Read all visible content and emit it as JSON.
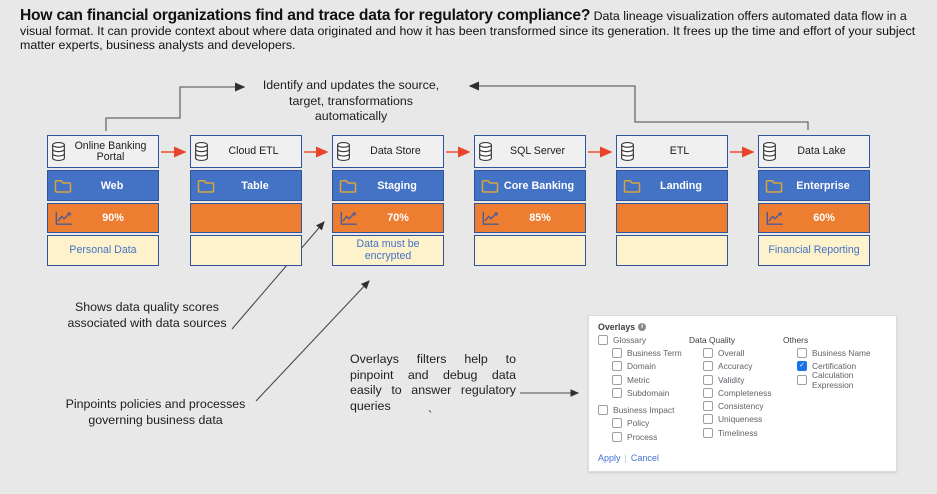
{
  "header": {
    "title": "How can financial organizations find and trace data for regulatory compliance?",
    "subtitle": " Data lineage visualization offers automated data flow in a visual format. It can provide context about where data originated and how it has been transformed since its generation. It frees up the time and effort of your subject matter experts, business analysts and developers."
  },
  "annotations": {
    "auto_update": "Identify and updates the source, target, transformations automatically",
    "quality_scores": "Shows data quality scores associated with data sources",
    "policies": "Pinpoints policies and processes governing business data",
    "overlays_help": "Overlays filters help to pinpoint and debug data easily to answer regulatory queries",
    "stray_mark": "`"
  },
  "pipeline": {
    "nodes": [
      {
        "title": "Online Banking Portal",
        "layer": "Web",
        "score": "90%",
        "note": "Personal Data"
      },
      {
        "title": "Cloud ETL",
        "layer": "Table",
        "score": "",
        "note": ""
      },
      {
        "title": "Data Store",
        "layer": "Staging",
        "score": "70%",
        "note": "Data must be encrypted"
      },
      {
        "title": "SQL Server",
        "layer": "Core Banking",
        "score": "85%",
        "note": ""
      },
      {
        "title": "ETL",
        "layer": "Landing",
        "score": "",
        "note": ""
      },
      {
        "title": "Data Lake",
        "layer": "Enterprise",
        "score": "60%",
        "note": "Financial Reporting"
      }
    ]
  },
  "overlays_panel": {
    "title": "Overlays",
    "glossary": {
      "label": "Glossary",
      "checked": false,
      "items": [
        {
          "label": "Business Term",
          "checked": false
        },
        {
          "label": "Domain",
          "checked": false
        },
        {
          "label": "Metric",
          "checked": false
        },
        {
          "label": "Subdomain",
          "checked": false
        }
      ]
    },
    "business_impact": {
      "label": "Business Impact",
      "checked": false,
      "items": [
        {
          "label": "Policy",
          "checked": false
        },
        {
          "label": "Process",
          "checked": false
        }
      ]
    },
    "data_quality": {
      "label": "Data Quality",
      "items": [
        {
          "label": "Overall",
          "checked": false
        },
        {
          "label": "Accuracy",
          "checked": false
        },
        {
          "label": "Validity",
          "checked": false
        },
        {
          "label": "Completeness",
          "checked": false
        },
        {
          "label": "Consistency",
          "checked": false
        },
        {
          "label": "Uniqueness",
          "checked": false
        },
        {
          "label": "Timeliness",
          "checked": false
        }
      ]
    },
    "others": {
      "label": "Others",
      "items": [
        {
          "label": "Business Name",
          "checked": false
        },
        {
          "label": "Certification",
          "checked": true
        },
        {
          "label": "Calculation Expression",
          "checked": false
        }
      ]
    },
    "actions": {
      "apply": "Apply",
      "cancel": "Cancel"
    }
  },
  "colors": {
    "background": "#e9e8e8",
    "node_border": "#30549b",
    "layer_blue": "#4472c4",
    "score_orange": "#ed7d31",
    "note_cream": "#fdf2cc",
    "flow_arrow_red": "#ef4f2e",
    "annotation_arrow": "#4a4a4a",
    "link_blue": "#4472d4",
    "checked_blue": "#1a73e8"
  }
}
